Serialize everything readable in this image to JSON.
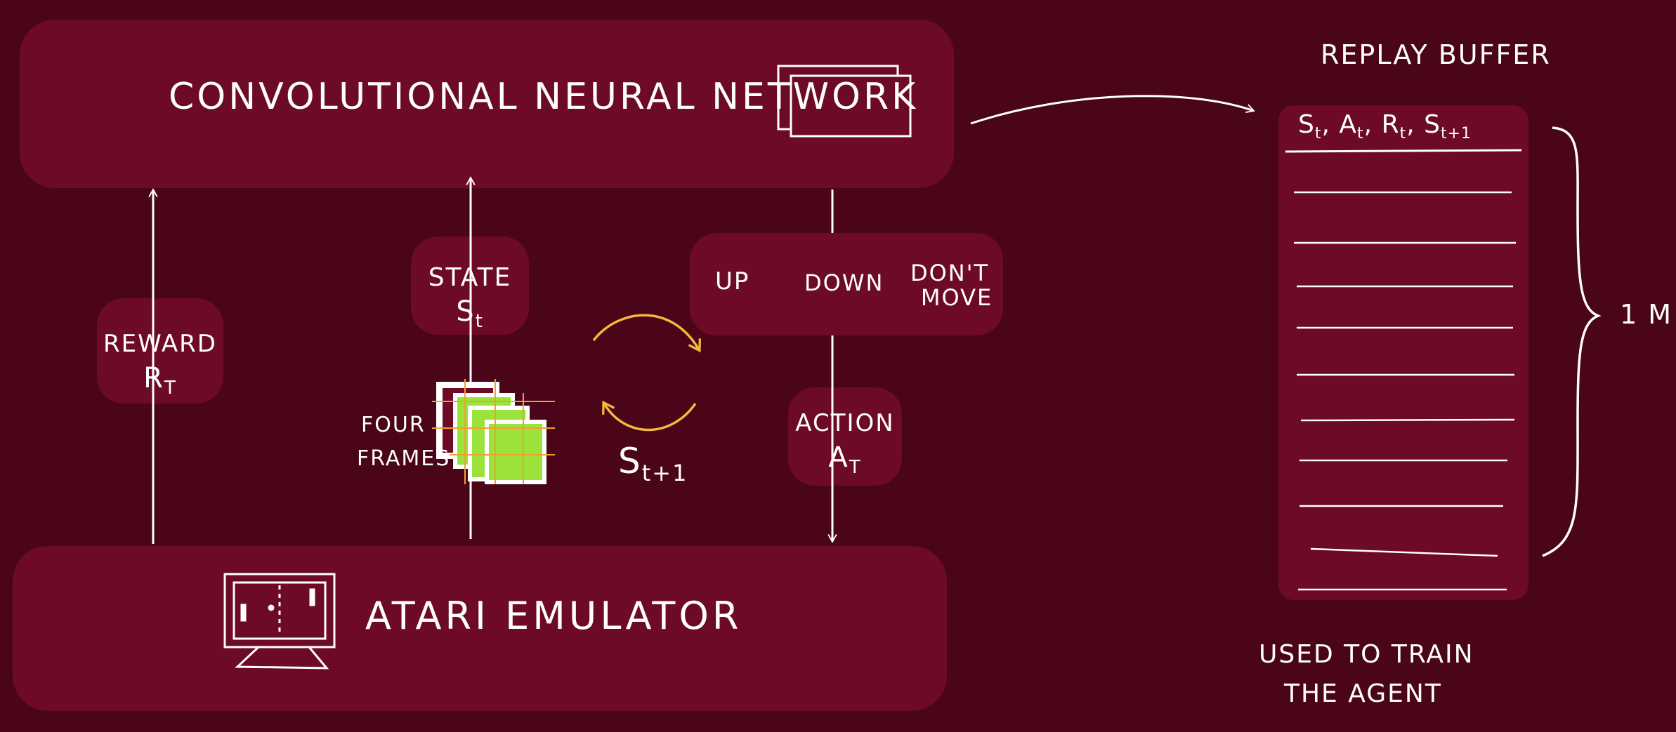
{
  "colors": {
    "background": "#4a0519",
    "panel": "#6d0a26",
    "line": "#ffffff",
    "accent_arrow": "#f5b83c",
    "frame_green": "#9be33a",
    "frame_orange": "#f0a030"
  },
  "cnn": {
    "title": "Convolutional Neural Network",
    "icon": "stacked-frames-icon"
  },
  "emulator": {
    "title": "Atari Emulator",
    "icon": "pong-monitor-icon"
  },
  "reward": {
    "label": "Reward",
    "symbol": "R",
    "sub": "t"
  },
  "state": {
    "label": "State",
    "symbol": "S",
    "sub": "t"
  },
  "frames": {
    "line1": "Four",
    "line2": "Frames",
    "icon": "frame-stack-icon"
  },
  "next_state": {
    "symbol": "S",
    "sub": "t+1"
  },
  "actions": {
    "up": "Up",
    "down": "Down",
    "dont_move_1": "Don't",
    "dont_move_2": "Move"
  },
  "action": {
    "label": "Action",
    "symbol": "A",
    "sub": "t"
  },
  "replay": {
    "title": "Replay Buffer",
    "header": [
      {
        "sym": "S",
        "sub": "t"
      },
      {
        "sym": "A",
        "sub": "t"
      },
      {
        "sym": "R",
        "sub": "t"
      },
      {
        "sym": "S",
        "sub": "t+1"
      }
    ],
    "rows": 10,
    "size": "1 M"
  },
  "caption": {
    "line1": "Used to train",
    "line2": "the agent"
  }
}
